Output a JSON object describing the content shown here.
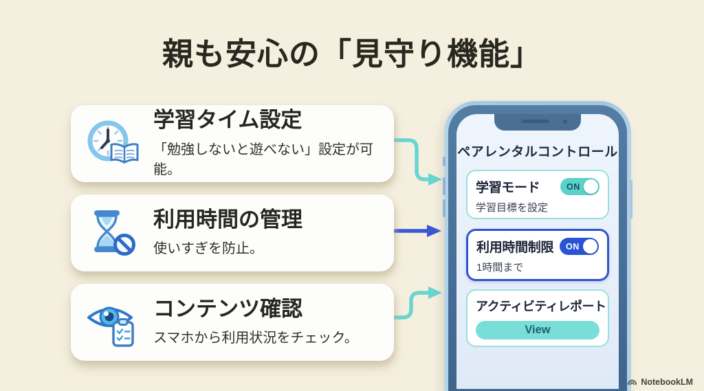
{
  "title": "親も安心の「見守り機能」",
  "features": [
    {
      "icon": "clock-book-icon",
      "title": "学習タイム設定",
      "description": "「勉強しないと遊べない」設定が可能。"
    },
    {
      "icon": "hourglass-block-icon",
      "title": "利用時間の管理",
      "description": "使いすぎを防止。"
    },
    {
      "icon": "eye-checklist-icon",
      "title": "コンテンツ確認",
      "description": "スマホから利用状況をチェック。"
    }
  ],
  "phone": {
    "header": "ペアレンタルコントロール",
    "cards": [
      {
        "title": "学習モード",
        "subtitle": "学習目標を設定",
        "toggle": "ON",
        "toggle_state": "on"
      },
      {
        "title": "利用時間制限",
        "subtitle": "1時間まで",
        "toggle": "ON",
        "toggle_state": "on"
      },
      {
        "title": "アクティビティレポート",
        "button": "View"
      }
    ]
  },
  "watermark": "NotebookLM",
  "colors": {
    "background": "#F5EFDF",
    "accent_teal": "#68D6D0",
    "accent_blue": "#3A57D4",
    "toggle_teal": "#5AD1CB",
    "toggle_blue": "#2A54D6",
    "card_border_teal": "#99E0DB",
    "card_border_blue": "#2F53CD",
    "view_button_bg": "#79DED8",
    "phone_frame": "#A6C9E2",
    "phone_bezel": "#476F97"
  }
}
